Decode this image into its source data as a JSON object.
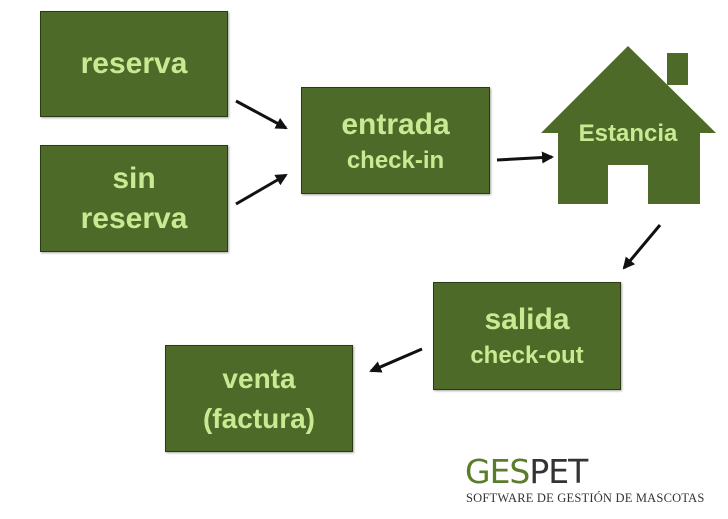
{
  "nodes": {
    "reserva": "reserva",
    "sin_reserva": [
      "sin",
      "reserva"
    ],
    "entrada": [
      "entrada",
      "check-in"
    ],
    "estancia": "Estancia",
    "salida": [
      "salida",
      "check-out"
    ],
    "venta": [
      "venta",
      "(factura)"
    ]
  },
  "logo": {
    "part1": "GES",
    "part2": "PET",
    "subtitle": "SOFTWARE DE GESTIÓN DE MASCOTAS"
  },
  "colors": {
    "box_fill": "#4d6a28",
    "box_text": "#c9ea93",
    "arrow": "#111111"
  }
}
